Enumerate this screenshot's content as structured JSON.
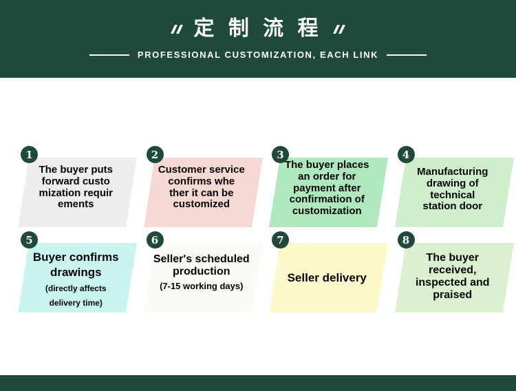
{
  "header": {
    "title": "定 制 流 程",
    "subtitle": "PROFESSIONAL CUSTOMIZATION, EACH LINK"
  },
  "colors": {
    "brand": "#1d4a39"
  },
  "steps": [
    {
      "num": "1",
      "color": "#efedec",
      "lines": [
        "The buyer puts",
        "forward custo",
        "mization requir",
        "ements"
      ]
    },
    {
      "num": "2",
      "color": "#f8d8d3",
      "lines": [
        "Customer service",
        "confirms whe",
        "ther it can be",
        "customized"
      ]
    },
    {
      "num": "3",
      "color": "#aee9bd",
      "lines": [
        "The buyer places",
        "an order for",
        "payment after",
        "confirmation of",
        "customization"
      ]
    },
    {
      "num": "4",
      "color": "#cdeecb",
      "lines": [
        "Manufacturing",
        "drawing of",
        "technical",
        "station door"
      ]
    },
    {
      "num": "5",
      "color": "#c9f5f1",
      "lines": [
        "Buyer confirms",
        "drawings"
      ],
      "sub": [
        "(directly affects",
        "delivery time)"
      ]
    },
    {
      "num": "6",
      "color": "#fbfbf6",
      "lines": [
        "Seller's scheduled",
        "production"
      ],
      "sub": [
        "(7-15 working days)"
      ]
    },
    {
      "num": "7",
      "color": "#fdf8cb",
      "lines": [
        "Seller delivery"
      ]
    },
    {
      "num": "8",
      "color": "#d9f1ce",
      "lines": [
        "The buyer",
        "received,",
        "inspected and",
        "praised"
      ]
    }
  ]
}
